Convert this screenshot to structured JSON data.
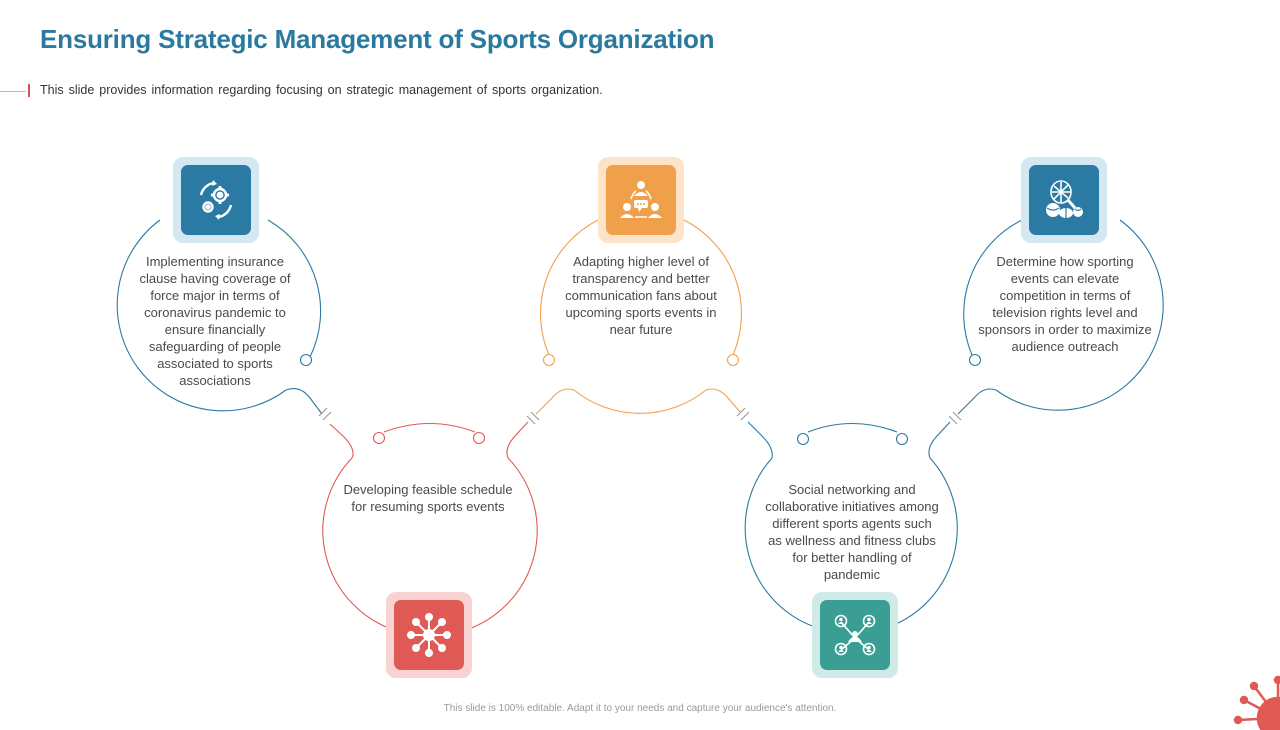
{
  "slide": {
    "title": "Ensuring Strategic Management of Sports Organization",
    "subtitle": "This slide provides information regarding focusing on strategic management of sports organization.",
    "footer": "This slide is 100% editable. Adapt it to your needs and capture your audience's attention."
  },
  "colors": {
    "title": "#2a7aa0",
    "blue": "#2b7aa3",
    "orange": "#f0a04b",
    "red": "#e05a55",
    "teal": "#3a9e94"
  },
  "nodes": [
    {
      "icon": "gears-cycle-icon",
      "text": "Implementing insurance clause having coverage of force major in terms of coronavirus pandemic to ensure financially safeguarding of people associated to sports associations"
    },
    {
      "icon": "network-hub-icon",
      "text": "Developing feasible schedule for resuming sports events"
    },
    {
      "icon": "team-communication-icon",
      "text": "Adapting higher level of transparency and better communication fans about upcoming sports events in near future"
    },
    {
      "icon": "people-network-icon",
      "text": "Social networking and collaborative initiatives among different sports agents such as wellness and fitness clubs for better handling of pandemic"
    },
    {
      "icon": "sports-balls-icon",
      "text": "Determine how sporting events can elevate competition in terms of television rights level and sponsors in order to maximize audience outreach"
    }
  ]
}
